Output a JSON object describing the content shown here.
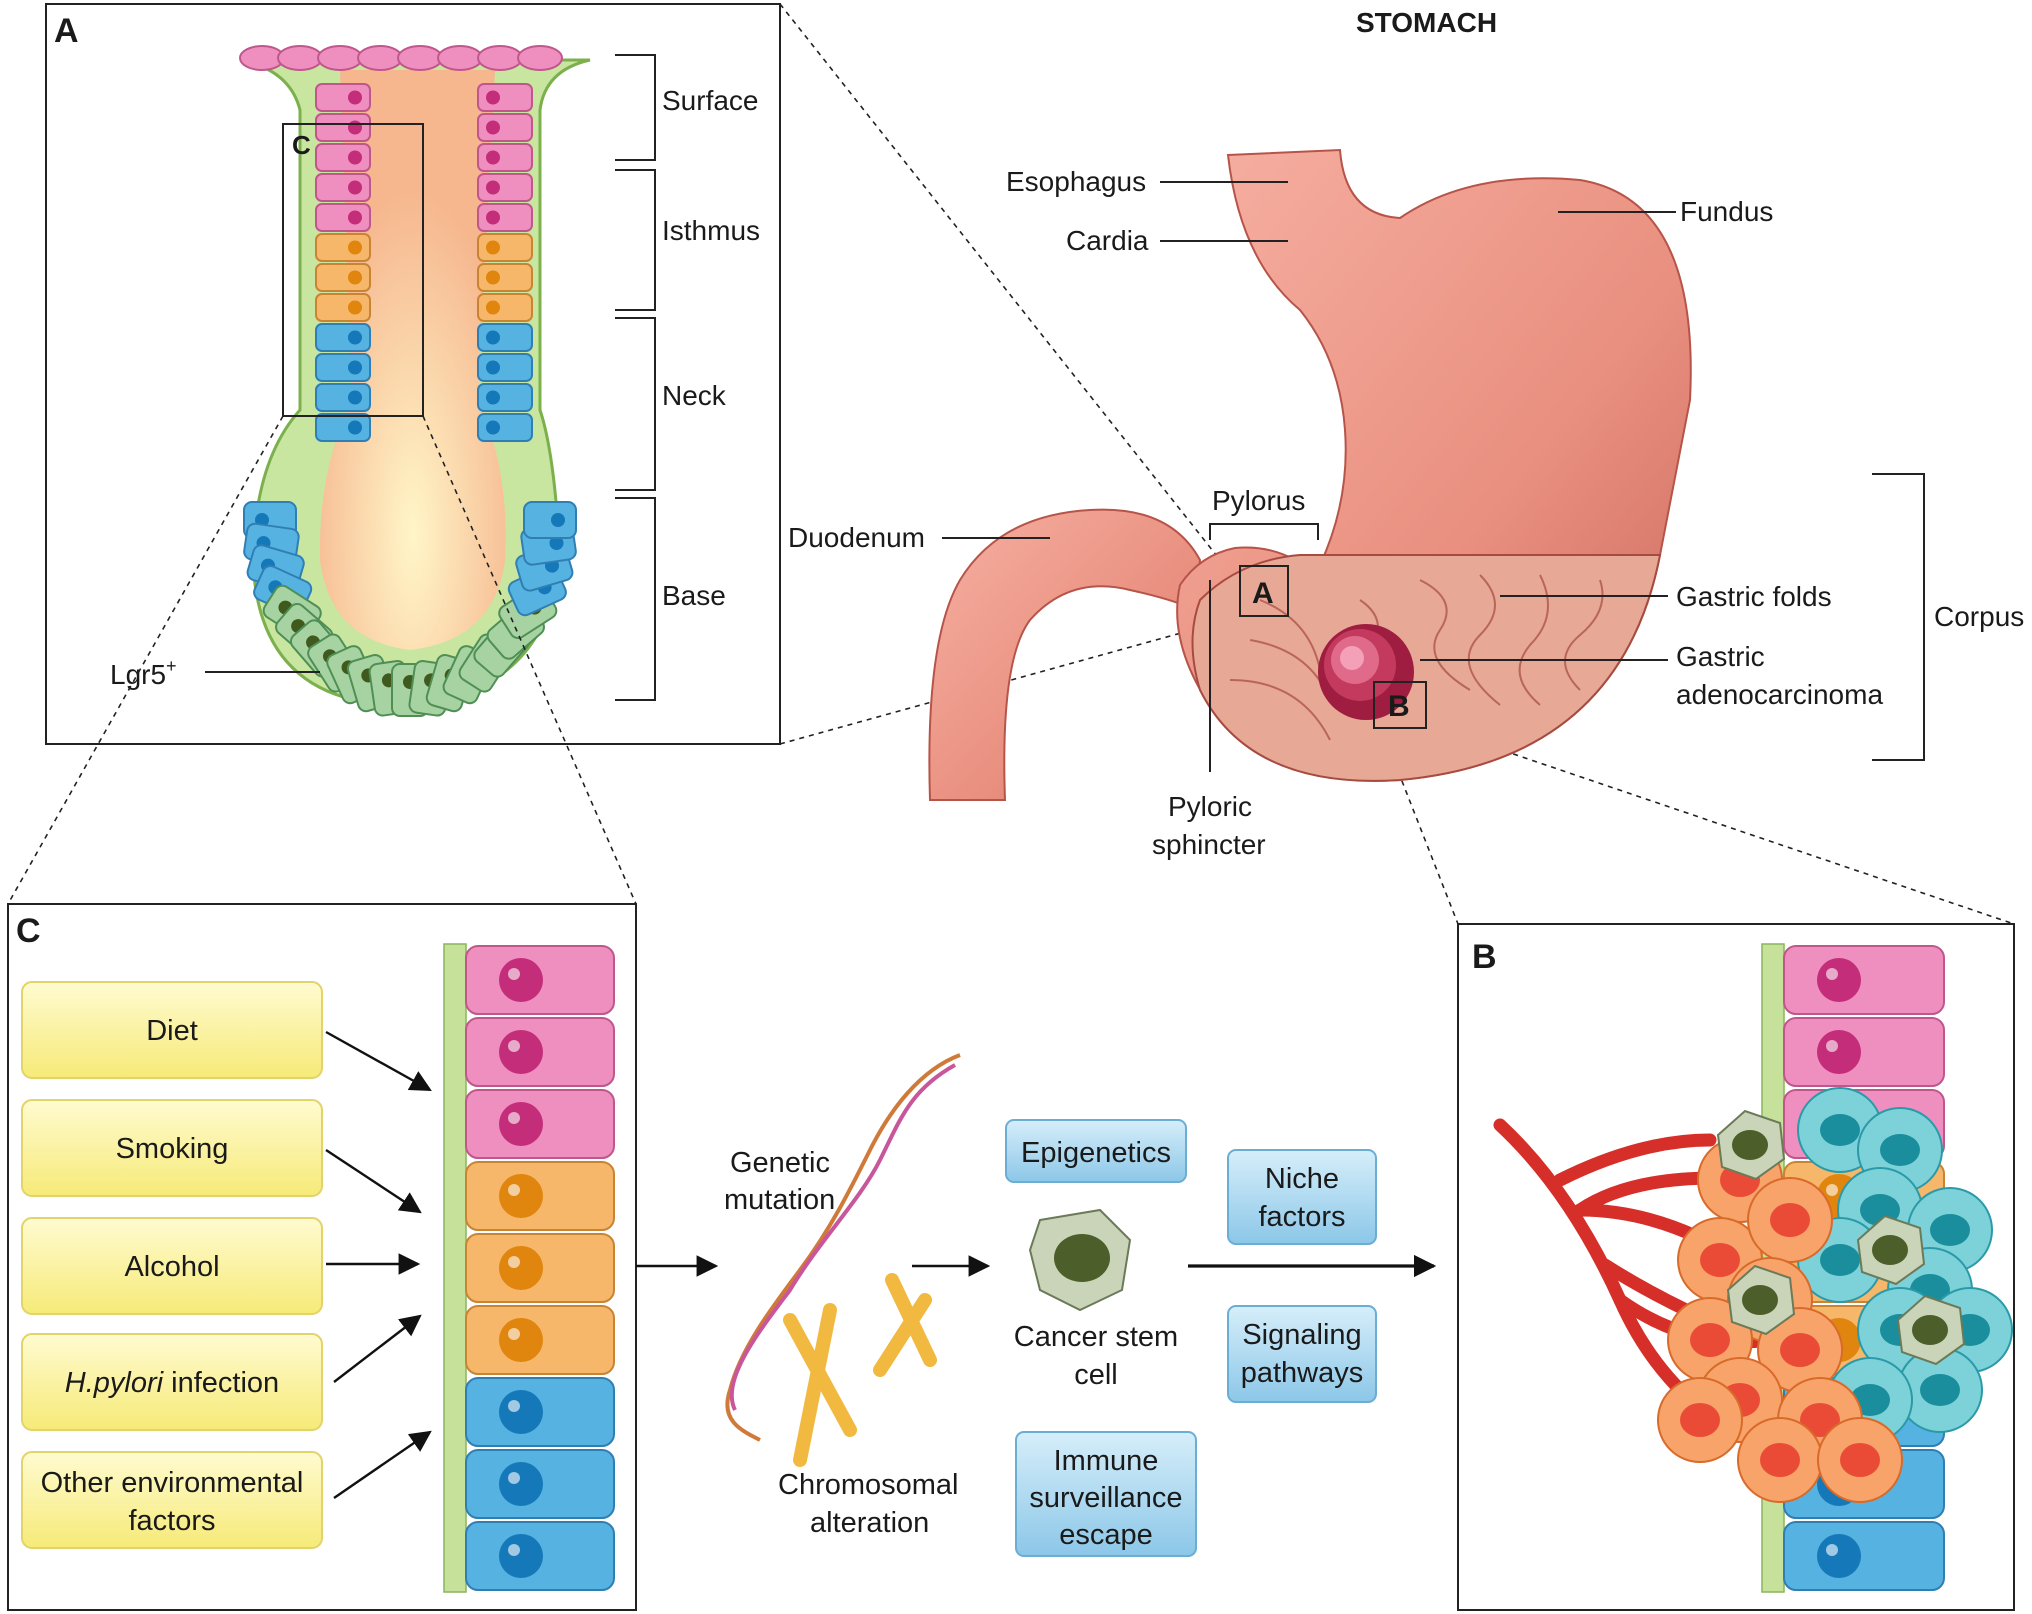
{
  "title": "STOMACH",
  "panel_a": {
    "letter": "A",
    "inset_letter": "C",
    "zones": [
      "Surface",
      "Isthmus",
      "Neck",
      "Base"
    ],
    "marker_base": "Lgr5",
    "marker_sup": "+"
  },
  "stomach_labels": {
    "esophagus": "Esophagus",
    "cardia": "Cardia",
    "fundus": "Fundus",
    "pylorus": "Pylorus",
    "duodenum": "Duodenum",
    "gastric_folds": "Gastric folds",
    "corpus": "Corpus",
    "gastric_adeno_1": "Gastric",
    "gastric_adeno_2": "adenocarcinoma",
    "pyloric_1": "Pyloric",
    "pyloric_2": "sphincter",
    "box_a": "A",
    "box_b": "B"
  },
  "panel_c": {
    "letter": "C",
    "factors": [
      {
        "line1": "Diet",
        "line2": "",
        "italic": ""
      },
      {
        "line1": "Smoking",
        "line2": "",
        "italic": ""
      },
      {
        "line1": "Alcohol",
        "line2": "",
        "italic": ""
      },
      {
        "line1": " infection",
        "line2": "",
        "italic": "H.pylori"
      },
      {
        "line1": "Other environmental",
        "line2": "factors",
        "italic": ""
      }
    ],
    "genetic_1": "Genetic",
    "genetic_2": "mutation",
    "chromo_1": "Chromosomal",
    "chromo_2": "alteration",
    "epigenetics": "Epigenetics",
    "csc_1": "Cancer stem",
    "csc_2": "cell",
    "immune_1": "Immune",
    "immune_2": "surveillance",
    "immune_3": "escape",
    "niche_1": "Niche",
    "niche_2": "factors",
    "signal_1": "Signaling",
    "signal_2": "pathways"
  },
  "panel_b": {
    "letter": "B"
  },
  "colors": {
    "pink": "#ef8fc0",
    "orange": "#f7b76a",
    "blue": "#56b2e0",
    "green": "#a7d3a3",
    "stomach": "#e98f7f",
    "box_yellow": "#faf39a",
    "box_blue": "#9fd1ec"
  }
}
